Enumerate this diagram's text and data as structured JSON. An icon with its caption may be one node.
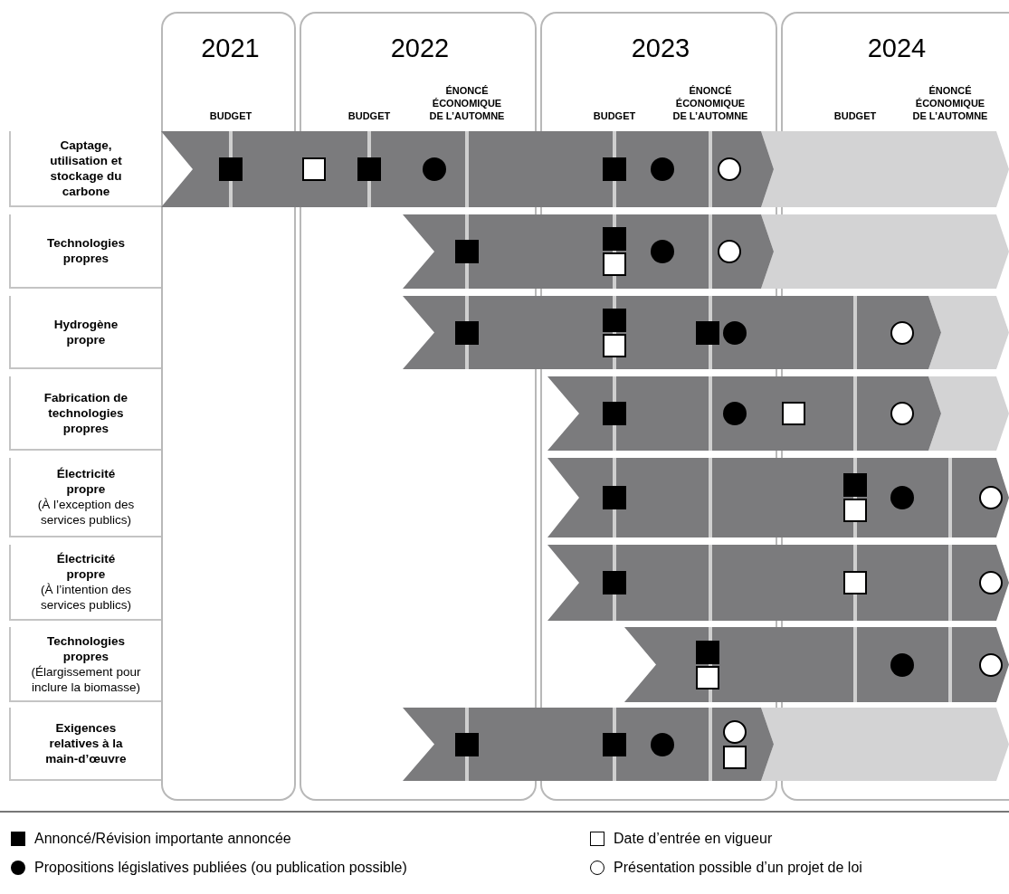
{
  "diagram": {
    "nodes": [
      {
        "text": [
          "2021",
          "BUDGET"
        ]
      },
      {
        "text": [
          "2022",
          "BUDGET",
          "ÉNONCÉ ÉCONOMIQUE DE L’AUTOMNE"
        ]
      },
      {
        "text": [
          "2023",
          "BUDGET",
          "ÉNONCÉ ÉCONOMIQUE DE L’AUTOMNE"
        ]
      },
      {
        "text": [
          "2024",
          "BUDGET",
          "ÉNONCÉ ÉCONOMIQUE DE L’AUTOMNE"
        ]
      },
      {
        "text": [
          "Captage, utilisation et stockage du carbone"
        ]
      },
      {
        "text": [
          "Technologies propres"
        ]
      },
      {
        "text": [
          "Hydrogène propre"
        ]
      },
      {
        "text": [
          "Fabrication de technologies propres"
        ]
      },
      {
        "text": [
          "Électricité propre",
          "(À l’exception des services publics)"
        ]
      },
      {
        "text": [
          "Électricité propre",
          "(À l’intention des services publics)"
        ]
      },
      {
        "text": [
          "Technologies propres",
          "(Élargissement pour inclure la biomasse)"
        ]
      },
      {
        "text": [
          "Exigences relatives à la main-d’œuvre"
        ]
      },
      {
        "text": [],
        "shape": "square"
      },
      {
        "text": [],
        "shape": "box"
      },
      {
        "text": [],
        "shape": "square"
      },
      {
        "text": [],
        "shape": "dot"
      },
      {
        "text": [],
        "shape": "square"
      },
      {
        "text": [],
        "shape": "dot"
      },
      {
        "text": [],
        "shape": "circle"
      },
      {
        "text": [],
        "shape": "square"
      },
      {
        "text": [],
        "shape": "square"
      },
      {
        "text": [],
        "shape": "box"
      },
      {
        "text": [],
        "shape": "dot"
      },
      {
        "text": [],
        "shape": "circle"
      },
      {
        "text": [],
        "shape": "square"
      },
      {
        "text": [],
        "shape": "square"
      },
      {
        "text": [],
        "shape": "box"
      },
      {
        "text": [],
        "shape": "square"
      },
      {
        "text": [],
        "shape": "dot"
      },
      {
        "text": [],
        "shape": "circle"
      },
      {
        "text": [],
        "shape": "square"
      },
      {
        "text": [],
        "shape": "dot"
      },
      {
        "text": [],
        "shape": "box"
      },
      {
        "text": [],
        "shape": "circle"
      },
      {
        "text": [],
        "shape": "square"
      },
      {
        "text": [],
        "shape": "square"
      },
      {
        "text": [],
        "shape": "box"
      },
      {
        "text": [],
        "shape": "dot"
      },
      {
        "text": [],
        "shape": "circle"
      },
      {
        "text": [],
        "shape": "square"
      },
      {
        "text": [],
        "shape": "box"
      },
      {
        "text": [],
        "shape": "circle"
      },
      {
        "text": [],
        "shape": "square"
      },
      {
        "text": [],
        "shape": "box"
      },
      {
        "text": [],
        "shape": "dot"
      },
      {
        "text": [],
        "shape": "circle"
      },
      {
        "text": [],
        "shape": "square"
      },
      {
        "text": [],
        "shape": "square"
      },
      {
        "text": [],
        "shape": "dot"
      },
      {
        "text": [],
        "shape": "circle"
      },
      {
        "text": [],
        "shape": "box"
      }
    ],
    "legend": [
      {
        "text": "Annoncé/Révision importante annoncée"
      },
      {
        "text": "Date d’entrée en vigueur"
      },
      {
        "text": "Propositions législatives publiées (ou publication possible)"
      },
      {
        "text": "Présentation possible d’un projet de loi"
      }
    ]
  }
}
